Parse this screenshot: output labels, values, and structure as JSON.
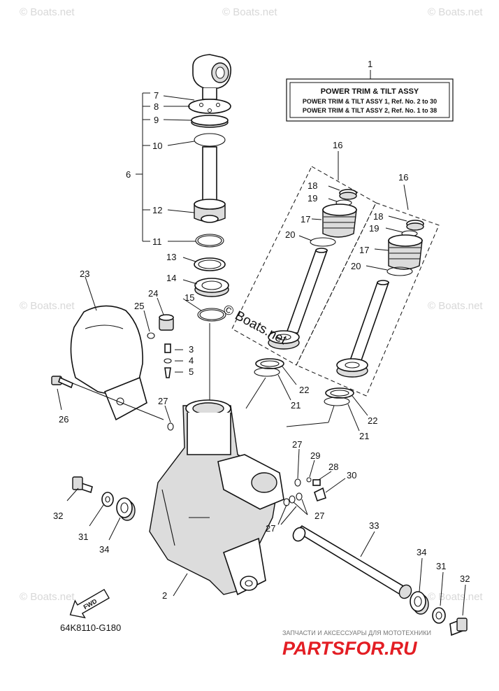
{
  "title_box": {
    "ref": "1",
    "line1": "POWER TRIM & TILT ASSY",
    "line2": "POWER TRIM & TILT ASSY 1,  Ref. No. 2  to  30",
    "line3": "POWER TRIM & TILT ASSY 2,  Ref. No. 1  to  38"
  },
  "diagram_code": "64K8110-G180",
  "fwd_label": "FWD",
  "watermarks": {
    "boats": "© Boats.net",
    "center": "© Boats.net"
  },
  "footer": {
    "caption": "ЗАПЧАСТИ И АКСЕССУАРЫ ДЛЯ МОТОТЕХНИКИ",
    "logo": "PARTSFOR.RU",
    "colors": {
      "logo_red": "#e31e24",
      "caption_grey": "#777777"
    }
  },
  "callouts": {
    "c2": "2",
    "c3": "3",
    "c4": "4",
    "c5": "5",
    "c6": "6",
    "c7": "7",
    "c8": "8",
    "c9": "9",
    "c10": "10",
    "c11": "11",
    "c12": "12",
    "c13": "13",
    "c14": "14",
    "c15": "15",
    "c16a": "16",
    "c16b": "16",
    "c17a": "17",
    "c17b": "17",
    "c18a": "18",
    "c18b": "18",
    "c19a": "19",
    "c19b": "19",
    "c20a": "20",
    "c20b": "20",
    "c21a": "21",
    "c21b": "21",
    "c22a": "22",
    "c22b": "22",
    "c23": "23",
    "c24": "24",
    "c25": "25",
    "c26": "26",
    "c27a": "27",
    "c27b": "27",
    "c27c": "27",
    "c27d": "27",
    "c28": "28",
    "c29": "29",
    "c30": "30",
    "c31a": "31",
    "c31b": "31",
    "c32a": "32",
    "c32b": "32",
    "c33": "33",
    "c34a": "34",
    "c34b": "34"
  }
}
